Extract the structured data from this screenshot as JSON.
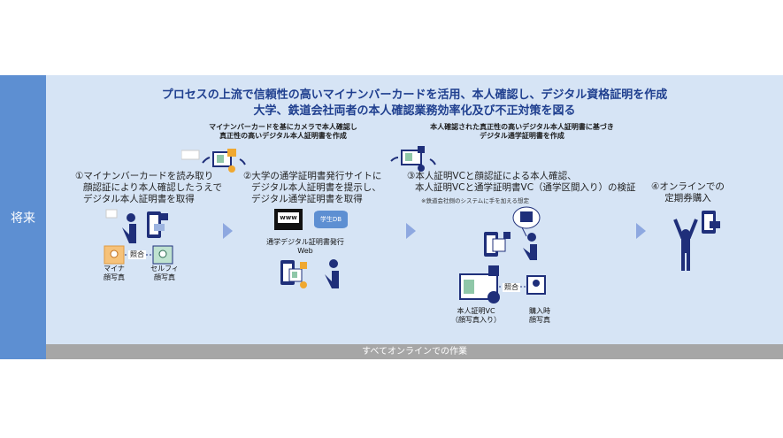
{
  "side_label": "将来",
  "title": [
    "プロセスの上流で信頼性の高いマイナンバーカードを活用、本人確認し、デジタル資格証明を作成",
    "大学、鉄道会社両者の本人確認業務効率化及び不正対策を図る"
  ],
  "caption1": [
    "マイナンバーカードを基にカメラで本人確認し",
    "真正性の高いデジタル本人証明書を作成"
  ],
  "caption2": [
    "本人確認された真正性の高いデジタル本人証明書に基づき",
    "デジタル通学証明書を作成"
  ],
  "step1": [
    "①マイナンバーカードを読み取り",
    "顔認証により本人確認したうえで",
    "デジタル本人証明書を取得"
  ],
  "step1_labels": {
    "match": "照合",
    "mina": [
      "マイナ",
      "顔写真"
    ],
    "selfie": [
      "セルフィ",
      "顔写真"
    ]
  },
  "step2": [
    "②大学の通学証明書発行サイトに",
    "デジタル本人証明書を提示し、",
    "デジタル通学証明書を取得"
  ],
  "step2_labels": {
    "www": "www",
    "db": "学生DB",
    "site": [
      "通学デジタル証明書発行",
      "Web"
    ]
  },
  "step3": [
    "③本人証明VCと顔認証による本人確認、",
    "本人証明VCと通学証明書VC（通学区間入り）の検証"
  ],
  "step3_note": "※鉄道会社側のシステムに手を加える想定",
  "step3_labels": {
    "match": "照合",
    "vc": [
      "本人証明VC",
      "（顔写真入り）"
    ],
    "purchase": [
      "購入時",
      "顔写真"
    ]
  },
  "step4": [
    "④オンラインでの",
    "定期券購入"
  ],
  "footer": "すべてオンラインでの作業",
  "colors": {
    "navy": "#1f2f7a",
    "panel": "#d6e4f5",
    "side": "#5d8fd2",
    "arrow": "#8ea8e0"
  }
}
